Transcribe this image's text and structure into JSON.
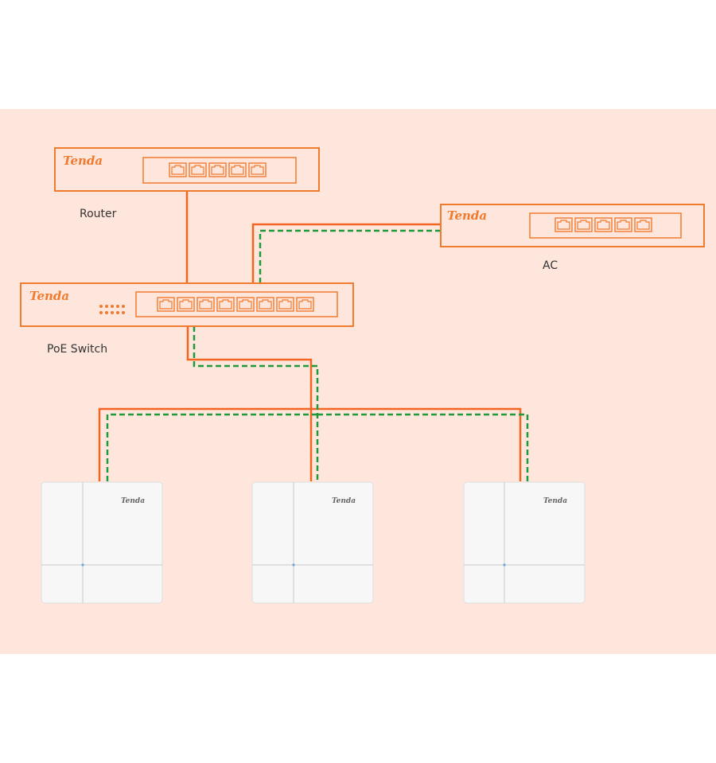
{
  "colors": {
    "background": "#ffe6dc",
    "device_border": "#f07a2e",
    "brand": "#f07a2e",
    "cable": "#f26522",
    "control_link": "#1f9a3a",
    "ap_body": "#f7f7f7",
    "ap_divider": "#d8d8d8",
    "label_text": "#333333"
  },
  "legend": null,
  "devices": {
    "router": {
      "brand": "Tenda",
      "label": "Router",
      "ports": 5,
      "icon": "router-icon"
    },
    "ac": {
      "brand": "Tenda",
      "label": "AC",
      "ports": 5,
      "icon": "access-controller-icon"
    },
    "poe_switch": {
      "brand": "Tenda",
      "label": "PoE Switch",
      "ports": 8,
      "leds": 10,
      "icon": "poe-switch-icon"
    },
    "access_points": [
      {
        "brand": "Tenda",
        "icon": "wall-access-point-icon"
      },
      {
        "brand": "Tenda",
        "icon": "wall-access-point-icon"
      },
      {
        "brand": "Tenda",
        "icon": "wall-access-point-icon"
      }
    ]
  },
  "connections": [
    {
      "from": "router",
      "to": "poe_switch",
      "kind": "cable"
    },
    {
      "from": "ac",
      "to": "poe_switch",
      "kind": "cable"
    },
    {
      "from": "ac",
      "to": "poe_switch",
      "kind": "control"
    },
    {
      "from": "poe_switch",
      "to": "access_points",
      "kind": "cable"
    },
    {
      "from": "poe_switch",
      "to": "access_points",
      "kind": "control"
    }
  ]
}
